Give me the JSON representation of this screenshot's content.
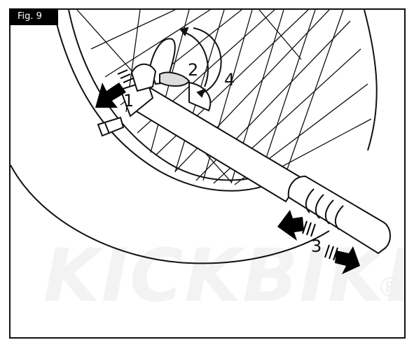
{
  "figure": {
    "tag": "Fig. 9",
    "step_labels": [
      "1",
      "2",
      "3",
      "4"
    ],
    "watermark": "KICKBIKE",
    "watermark_mark": "®"
  },
  "colors": {
    "line": "#111111",
    "arrow": "#000000",
    "watermark": "#f3f3f3",
    "tag_bg": "#000000",
    "tag_text": "#ffffff"
  }
}
